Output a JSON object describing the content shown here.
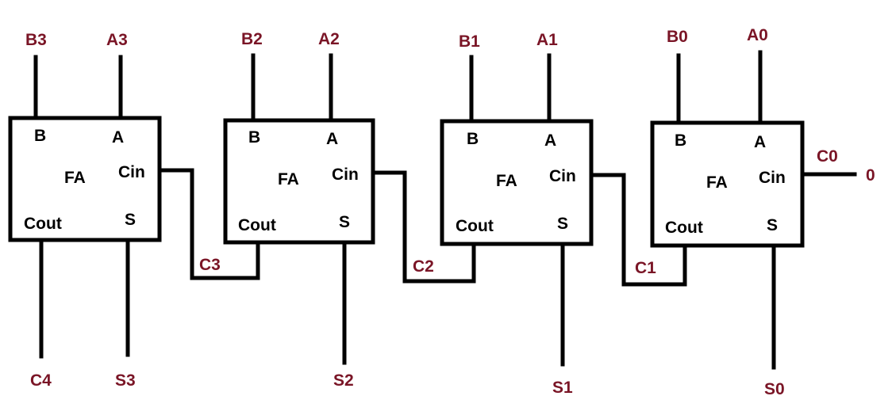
{
  "colors": {
    "line": "#000000",
    "port_text": "#000000",
    "signal_text": "#7a1526",
    "background": "#ffffff"
  },
  "adders": [
    {
      "block_label": "FA",
      "ports": {
        "b": "B",
        "a": "A",
        "cin": "Cin",
        "cout": "Cout",
        "s": "S"
      },
      "inputs": {
        "b": "B3",
        "a": "A3"
      },
      "carry_in": "C3",
      "carry_out": "C4",
      "sum": "S3"
    },
    {
      "block_label": "FA",
      "ports": {
        "b": "B",
        "a": "A",
        "cin": "Cin",
        "cout": "Cout",
        "s": "S"
      },
      "inputs": {
        "b": "B2",
        "a": "A2"
      },
      "carry_in": "C2",
      "sum": "S2"
    },
    {
      "block_label": "FA",
      "ports": {
        "b": "B",
        "a": "A",
        "cin": "Cin",
        "cout": "Cout",
        "s": "S"
      },
      "inputs": {
        "b": "B1",
        "a": "A1"
      },
      "carry_in": "C1",
      "sum": "S1"
    },
    {
      "block_label": "FA",
      "ports": {
        "b": "B",
        "a": "A",
        "cin": "Cin",
        "cout": "Cout",
        "s": "S"
      },
      "inputs": {
        "b": "B0",
        "a": "A0"
      },
      "carry_in": "C0",
      "carry_in_value": "0",
      "sum": "S0"
    }
  ]
}
